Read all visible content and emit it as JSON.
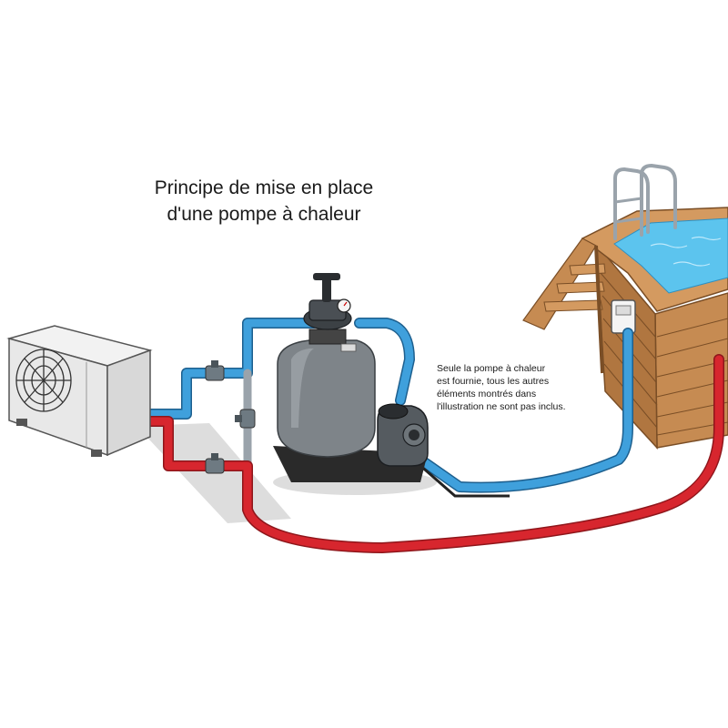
{
  "title": {
    "line1": "Principe de mise en place",
    "line2": "d'une pompe à chaleur"
  },
  "note": {
    "line1": "Seule la pompe à chaleur",
    "line2": "est fournie, tous les autres",
    "line3": "éléments montrés dans",
    "line4": "l'illustration ne sont pas inclus."
  },
  "pipe_colors": {
    "cold_water": "#3fa0dc",
    "hot_water": "#d7262e",
    "pool_water": "#5cc4ee",
    "wood": "#b47a45"
  },
  "components": [
    "heat-pump-unit",
    "sand-filter",
    "circulation-pump",
    "bypass-valves",
    "skimmer",
    "above-ground-wooden-pool",
    "pool-ladder"
  ]
}
